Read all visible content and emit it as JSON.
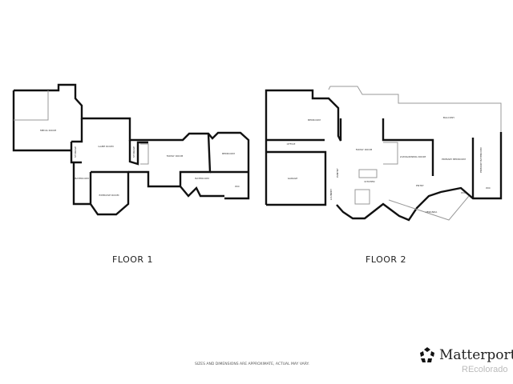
{
  "floors": [
    {
      "label": "FLOOR 1",
      "rooms": [
        "MEDIA ROOM",
        "GAME ROOM",
        "STORAGE",
        "STORAGE",
        "FAMILY ROOM",
        "BEDROOM",
        "BATHROOM",
        "EXERCISE ROOM",
        "BATHROOM",
        "WIC"
      ]
    },
    {
      "label": "FLOOR 2",
      "rooms": [
        "BEDROOM",
        "OFFICE",
        "GARAGE",
        "FAMILY ROOM",
        "KITCHEN",
        "LIVING/DINING ROOM",
        "PRIMARY BEDROOM",
        "PRIMARY BATHROOM",
        "BALCONY",
        "VERANDA",
        "ENTRY",
        "WIC",
        "WIC",
        "LAUNDRY",
        "PANTRY"
      ]
    }
  ],
  "disclaimer": "SIZES AND DIMENSIONS ARE APPROXIMATE, ACTUAL MAY VARY.",
  "brand": {
    "name": "Matterport",
    "watermark": "REcolorado"
  }
}
